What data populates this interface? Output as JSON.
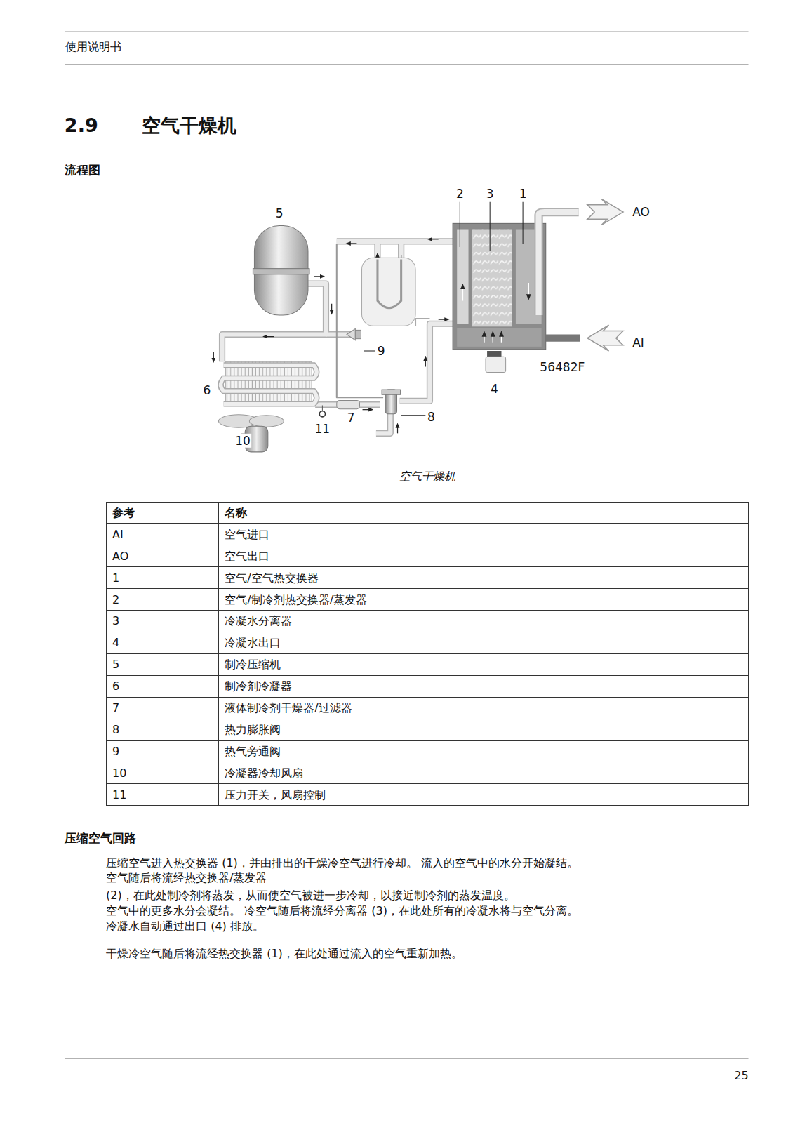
{
  "diagram": {
    "title": "空气干燥机",
    "caption": "空气干燥机",
    "labels": [
      "使用说明书",
      "2.9",
      "流程图",
      "5",
      "2",
      "3",
      "1",
      "AO",
      "AI",
      "9",
      "56482F",
      "4",
      "6",
      "7",
      "8",
      "11",
      "10",
      "参考",
      "名称",
      "AI",
      "空气进口",
      "AO",
      "空气出口",
      "1",
      "空气/空气热交换器",
      "2",
      "空气/制冷剂热交换器/蒸发器",
      "3",
      "冷凝水分离器",
      "4",
      "冷凝水出口",
      "5",
      "制冷压缩机",
      "6",
      "制冷剂冷凝器",
      "7",
      "液体制冷剂干燥器/过滤器",
      "8",
      "热力膨胀阀",
      "9",
      "热气旁通阀",
      "10",
      "冷凝器冷却风扇",
      "11",
      "压力开关，风扇控制",
      "压缩空气回路",
      "压缩空气进入热交换器 (1)，并由排出的干燥冷空气进行冷却。 流入的空气中的水分开始凝结。",
      "空气随后将流经热交换器/蒸发器",
      "(2)，在此处制冷剂将蒸发，从而使空气被进一步冷却，以接近制冷剂的蒸发温度。",
      "空气中的更多水分会凝结。 冷空气随后将流经分离器 (3)，在此处所有的冷凝水将与空气分离。",
      "冷凝水自动通过出口 (4) 排放。",
      "干燥冷空气随后将流经热交换器 (1)，在此处通过流入的空气重新加热。",
      "25"
    ]
  }
}
